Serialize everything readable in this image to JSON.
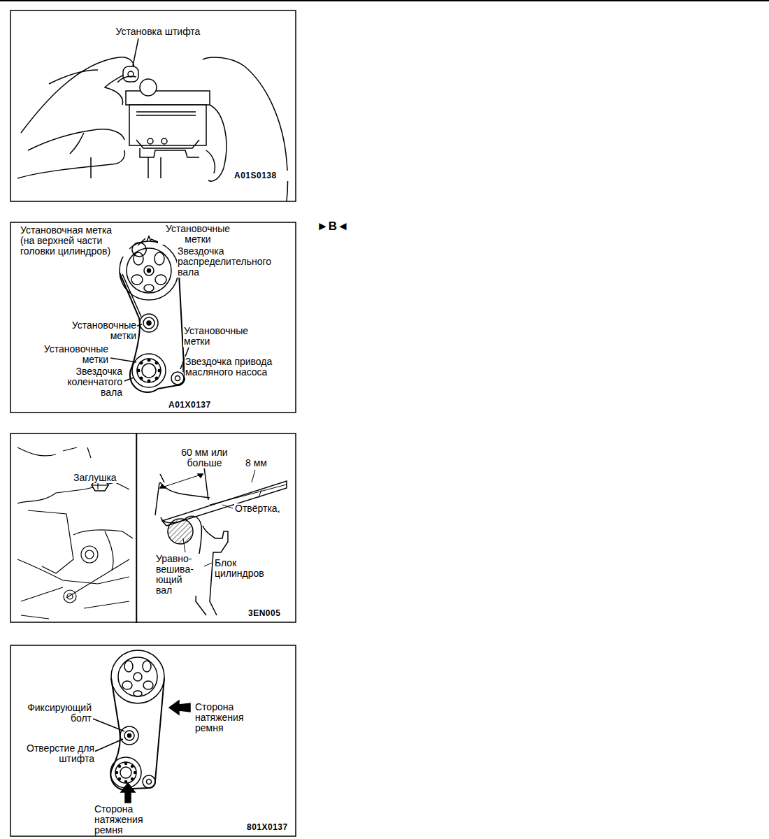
{
  "diagram": {
    "labels": [
      "Установка штифта",
      "A01S0138",
      "►B◄",
      "Установочная метка (на верхней части головки цилиндров)",
      "Установочные метки",
      "Звездочка распределительного вала",
      "Установочные метки",
      "Установочные метки",
      "Установочные метки",
      "Звездочка коленчатого вала",
      "Звездочка привода масляного насоса",
      "A01X0137",
      "Заглушка",
      "60 мм или больше",
      "8 мм",
      "Отвёртка,",
      "Уравно- вешива- ющий вал",
      "Блок цилиндров",
      "3EN005",
      "Фиксирующий болт",
      "Отверстие для штифта",
      "Сторона натяжения ремня",
      "Сторона натяжения ремня",
      "801X0137"
    ]
  }
}
